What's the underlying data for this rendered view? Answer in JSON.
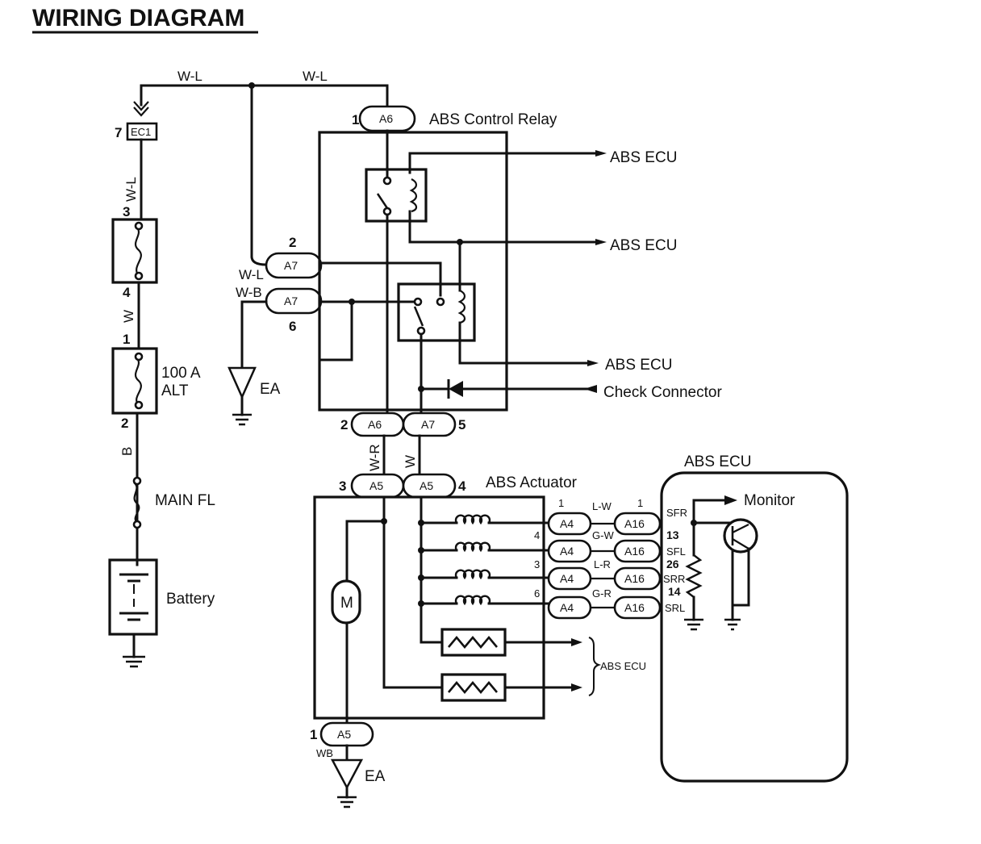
{
  "title": "WIRING DIAGRAM",
  "wire_labels": {
    "top_left": "W-L",
    "top_right": "W-L",
    "ec1_down": "W-L",
    "fuse_link": "W",
    "alt_down": "B",
    "a7_2": "W-L",
    "a7_6": "W-B",
    "a6_a5": "W-R",
    "a7_a5": "W",
    "a5_ground": "WB",
    "lw": "L-W",
    "gw": "G-W",
    "lr": "L-R",
    "gr": "G-R"
  },
  "connectors": {
    "ec1": "EC1",
    "a6_top": "A6",
    "a7_2": "A7",
    "a7_6": "A7",
    "a6_bottom": "A6",
    "a7_bottom": "A7",
    "a5_3": "A5",
    "a5_4": "A5",
    "a5_1": "A5",
    "a4": [
      "A4",
      "A4",
      "A4",
      "A4"
    ],
    "a16": [
      "A16",
      "A16",
      "A16",
      "A16"
    ]
  },
  "pins": {
    "ec1": "7",
    "fuse_top": "3",
    "fuse_bot": "4",
    "alt_top": "1",
    "alt_bot": "2",
    "a6_top": "1",
    "a7_2": "2",
    "a7_6": "6",
    "a6_bottom": "2",
    "a7_bottom": "5",
    "a5_3": "3",
    "a5_4": "4",
    "a5_1": "1",
    "a4": [
      "1",
      "4",
      "3",
      "6"
    ],
    "a16_1": "1",
    "ecu_pins": [
      "13",
      "26",
      "14"
    ]
  },
  "components": {
    "alt_fuse_amp": "100 A",
    "alt_fuse": "ALT",
    "main_fl": "MAIN FL",
    "battery": "Battery",
    "ea_left": "EA",
    "ea_bottom": "EA",
    "relay": "ABS Control Relay",
    "actuator": "ABS Actuator",
    "ecu_box": "ABS ECU",
    "motor": "M"
  },
  "destinations": {
    "abs_ecu_1": "ABS ECU",
    "abs_ecu_2": "ABS ECU",
    "abs_ecu_3": "ABS ECU",
    "check_connector": "Check Connector",
    "abs_ecu_small": "ABS ECU",
    "monitor": "Monitor"
  },
  "ecu_terminals": [
    "SFR",
    "SFL",
    "SRR",
    "SRL"
  ]
}
